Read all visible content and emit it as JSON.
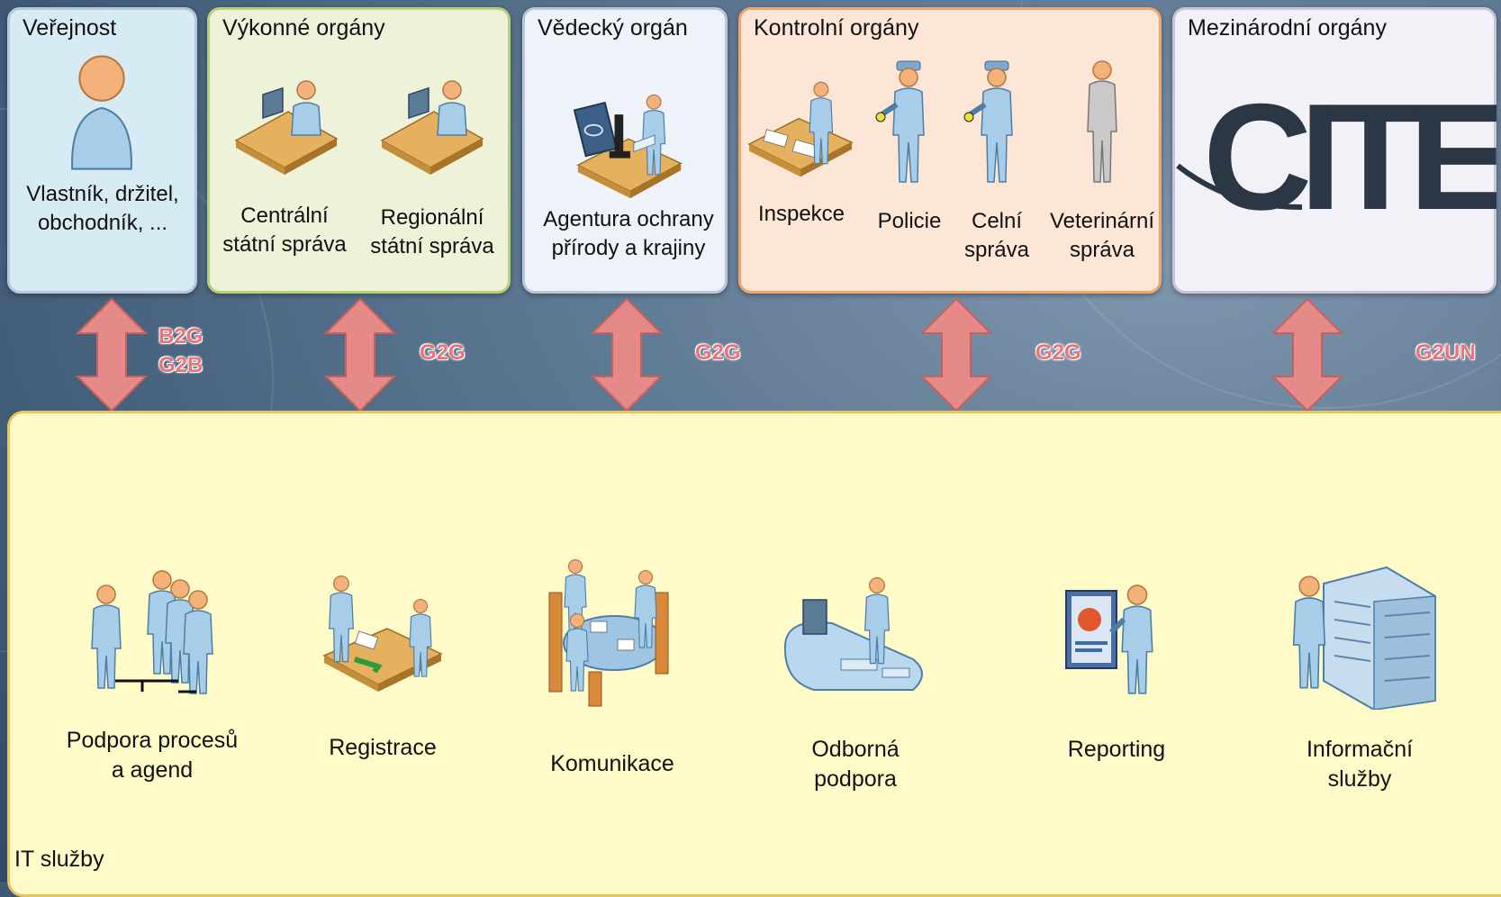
{
  "top_groups": [
    {
      "title": "Veřejnost",
      "labels": [
        "Vlastník, držitel,\nobchodník, ..."
      ],
      "fill": "#d7ebf5",
      "border": "#b8c7d9"
    },
    {
      "title": "Výkonné orgány",
      "labels": [
        "Centrální\nstátní správa",
        "Regionální\nstátní správa"
      ],
      "fill": "#eef2d9",
      "border": "#b6cf7a"
    },
    {
      "title": "Vědecký orgán",
      "labels": [
        "Agentura ochrany\npřírody a krajiny"
      ],
      "fill": "#eef3f9",
      "border": "#b8c7d9"
    },
    {
      "title": "Kontrolní orgány",
      "labels": [
        "Inspekce",
        "Policie",
        "Celní\nspráva",
        "Veterinární\nspráva"
      ],
      "fill": "#fde6d6",
      "border": "#f0a66a"
    },
    {
      "title": "Mezinárodní orgány",
      "labels": [],
      "fill": "#f3f1f8",
      "border": "#c8c3d8"
    }
  ],
  "logo": {
    "text": "CITES",
    "color": "#2b3744"
  },
  "arrows": [
    {
      "tag": "B2G\nG2B"
    },
    {
      "tag": "G2G"
    },
    {
      "tag": "G2G"
    },
    {
      "tag": "G2G"
    },
    {
      "tag": "G2UN"
    }
  ],
  "it_services": {
    "title": "IT služby",
    "items": [
      {
        "label": "Podpora procesů\na agend",
        "icon": "people-group-icon"
      },
      {
        "label": "Registrace",
        "icon": "document-exchange-icon"
      },
      {
        "label": "Komunikace",
        "icon": "meeting-table-icon"
      },
      {
        "label": "Odborná\npodpora",
        "icon": "support-desk-icon"
      },
      {
        "label": "Reporting",
        "icon": "presentation-board-icon"
      },
      {
        "label": "Informační\nslužby",
        "icon": "server-rack-icon"
      }
    ]
  },
  "colors": {
    "arrow": "#e58a88",
    "arrow_stroke": "#c8605f",
    "bottom_fill": "#fffbc9",
    "person": "#a8cde8",
    "head": "#f2b27a",
    "desk": "#e6b15e"
  }
}
